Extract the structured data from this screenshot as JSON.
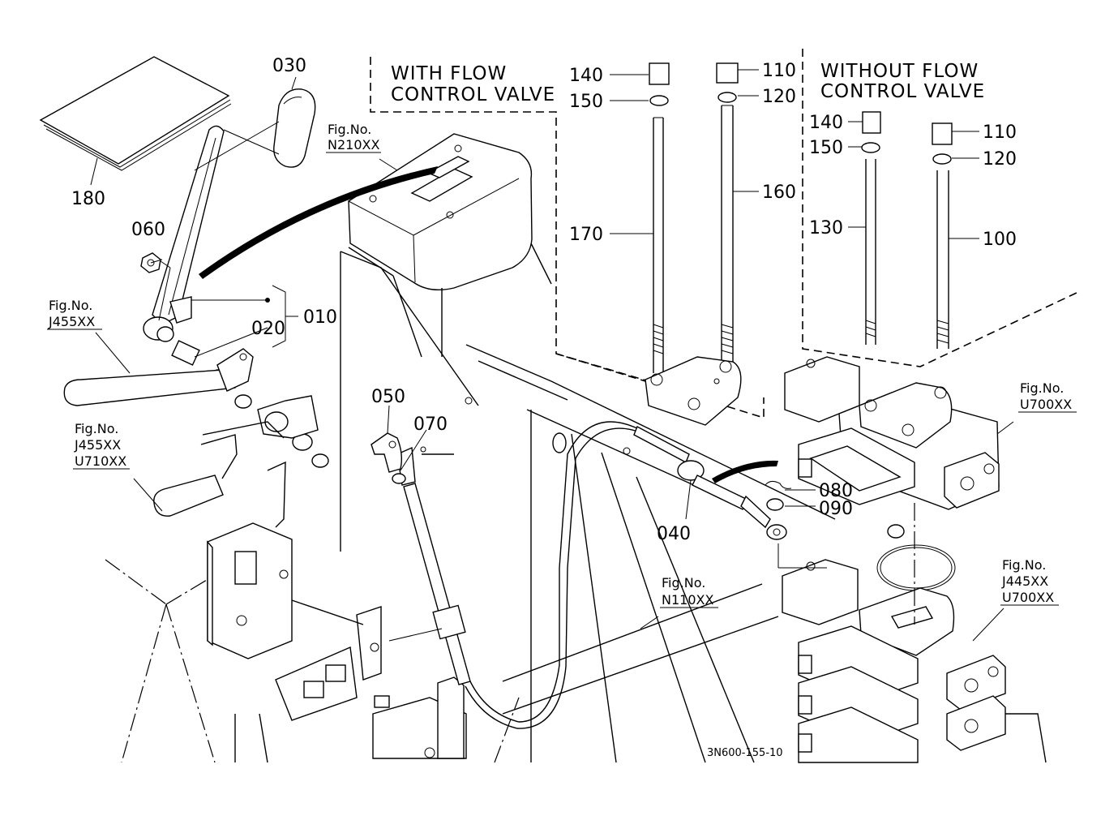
{
  "headers": {
    "with_flow": [
      "WITH FLOW",
      "CONTROL VALVE"
    ],
    "without_flow": [
      "WITHOUT FLOW",
      "CONTROL VALVE"
    ]
  },
  "parts": {
    "p010": "010",
    "p020": "020",
    "p030": "030",
    "p040": "040",
    "p050": "050",
    "p060": "060",
    "p070": "070",
    "p080": "080",
    "p090": "090",
    "p100": "100",
    "p110a": "110",
    "p110b": "110",
    "p120a": "120",
    "p120b": "120",
    "p130": "130",
    "p140a": "140",
    "p140b": "140",
    "p150a": "150",
    "p150b": "150",
    "p160": "160",
    "p170": "170",
    "p180": "180"
  },
  "figure_refs": {
    "n210": [
      "Fig.No.",
      "N210XX"
    ],
    "j455a": [
      "Fig.No.",
      "J455XX"
    ],
    "j455_u710": [
      "Fig.No.",
      "J455XX",
      "U710XX"
    ],
    "u700": [
      "Fig.No.",
      "U700XX"
    ],
    "n110": [
      "Fig.No.",
      "N110XX"
    ],
    "j445_u700": [
      "Fig.No.",
      "J445XX",
      "U700XX"
    ]
  },
  "drawing_code": "3N600-155-10"
}
